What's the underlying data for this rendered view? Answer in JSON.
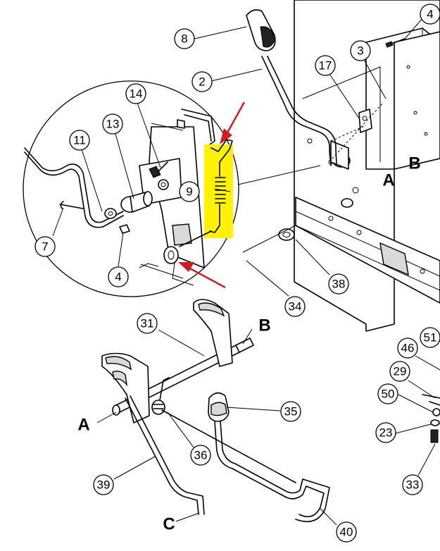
{
  "callouts": [
    "8",
    "2",
    "4",
    "3",
    "17",
    "14",
    "13",
    "11",
    "9",
    "7",
    "4",
    "34",
    "38",
    "31",
    "35",
    "36",
    "39",
    "40",
    "51",
    "46",
    "29",
    "50",
    "23",
    "33"
  ],
  "section_labels": [
    "A",
    "B",
    "B",
    "A",
    "C"
  ],
  "colors": {
    "highlight": "#fff200",
    "arrow": "#cc1f24",
    "line": "#000000"
  }
}
